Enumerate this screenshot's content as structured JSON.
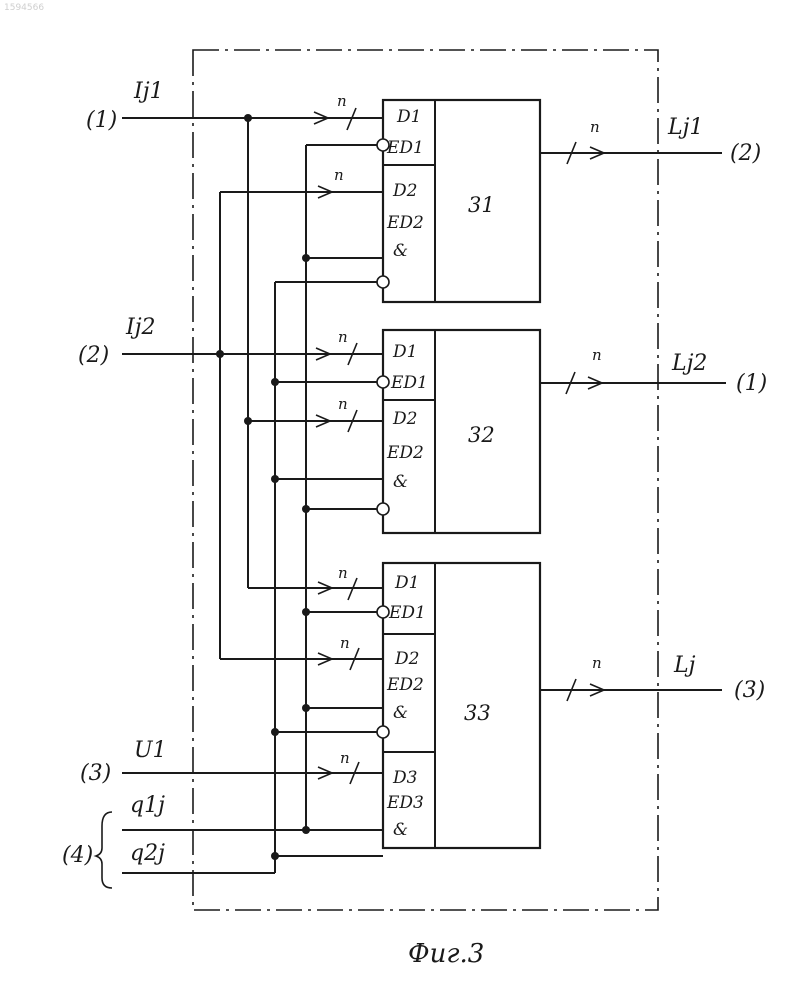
{
  "corner_text": "1594566",
  "caption": "Фиг.3",
  "inputs": {
    "i1": {
      "port": "(1)",
      "signal": "Ij1"
    },
    "i2": {
      "port": "(2)",
      "signal": "Ij2"
    },
    "u1": {
      "port": "(3)",
      "signal": "U1"
    },
    "q": {
      "port": "(4)",
      "q1": "q1j",
      "q2": "q2j"
    }
  },
  "outputs": {
    "o1": {
      "signal": "Lj1",
      "port": "(2)"
    },
    "o2": {
      "signal": "Lj2",
      "port": "(1)"
    },
    "o3": {
      "signal": "Lj",
      "port": "(3)"
    }
  },
  "bus_label": "n",
  "blocks": {
    "b31": {
      "id": "31",
      "p1": "D1",
      "p2": "ED1",
      "p3": "D2",
      "p4": "ED2",
      "p5": "&"
    },
    "b32": {
      "id": "32",
      "p1": "D1",
      "p2": "ED1",
      "p3": "D2",
      "p4": "ED2",
      "p5": "&"
    },
    "b33": {
      "id": "33",
      "p1": "D1",
      "p2": "ED1",
      "p3": "D2",
      "p4": "ED2",
      "p5": "&",
      "p6": "D3",
      "p7": "ED3",
      "p8": "&"
    }
  },
  "colors": {
    "ink": "#1a1a1a",
    "paper": "#ffffff"
  }
}
